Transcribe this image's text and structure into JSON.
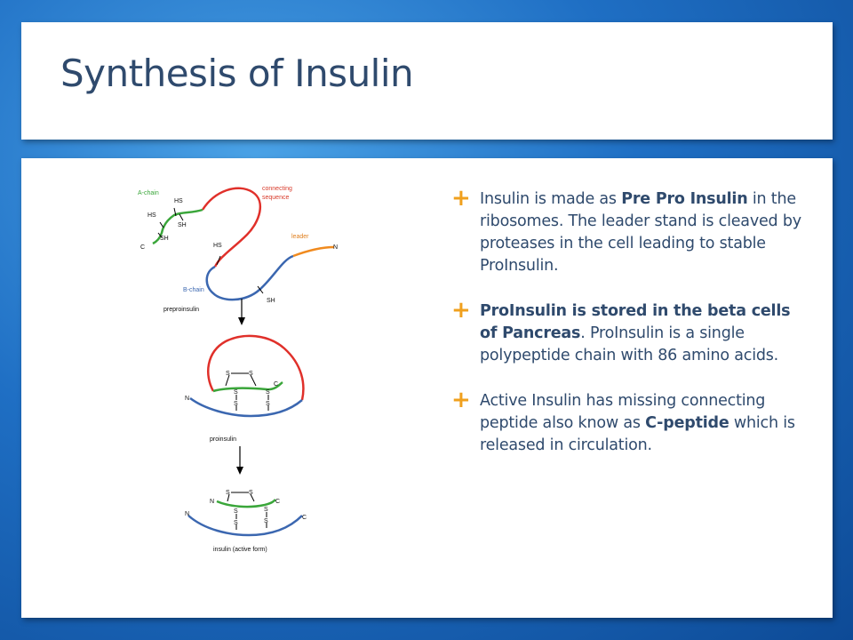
{
  "slide": {
    "title": "Synthesis of Insulin"
  },
  "diagram": {
    "labels": {
      "a_chain": "A-chain",
      "connecting_line1": "connecting",
      "connecting_line2": "sequence",
      "leader": "leader",
      "b_chain": "B-chain",
      "hs": "HS",
      "sh": "SH",
      "c": "C",
      "n": "N",
      "s": "S",
      "preproinsulin": "preproinsulin",
      "proinsulin": "proinsulin",
      "insulin_active": "insulin (active form)"
    },
    "colors": {
      "a_chain": "#3aa63a",
      "b_chain": "#3b67b0",
      "connecting": "#e0302a",
      "leader": "#f08a1e",
      "label_green": "#3aa63a",
      "label_red": "#d83a2a",
      "label_orange": "#e08020",
      "label_blue": "#3b67b0"
    }
  },
  "bullets": [
    {
      "icon": "plus-icon",
      "parts": [
        {
          "text": "Insulin is made as ",
          "bold": false
        },
        {
          "text": "Pre Pro Insulin",
          "bold": true
        },
        {
          "text": " in the ribosomes. The leader stand is cleaved by proteases in the cell leading to stable ProInsulin.",
          "bold": false
        }
      ]
    },
    {
      "icon": "plus-icon",
      "parts": [
        {
          "text": "ProInsulin is stored in the beta cells of Pancreas",
          "bold": true
        },
        {
          "text": ". ProInsulin is a single polypeptide chain  with 86 amino acids.",
          "bold": false
        }
      ]
    },
    {
      "icon": "plus-icon",
      "parts": [
        {
          "text": "Active Insulin has missing connecting peptide also know as ",
          "bold": false
        },
        {
          "text": "C-peptide",
          "bold": true
        },
        {
          "text": " which is released in circulation.",
          "bold": false
        }
      ]
    }
  ],
  "accent_color": "#f0a01e"
}
